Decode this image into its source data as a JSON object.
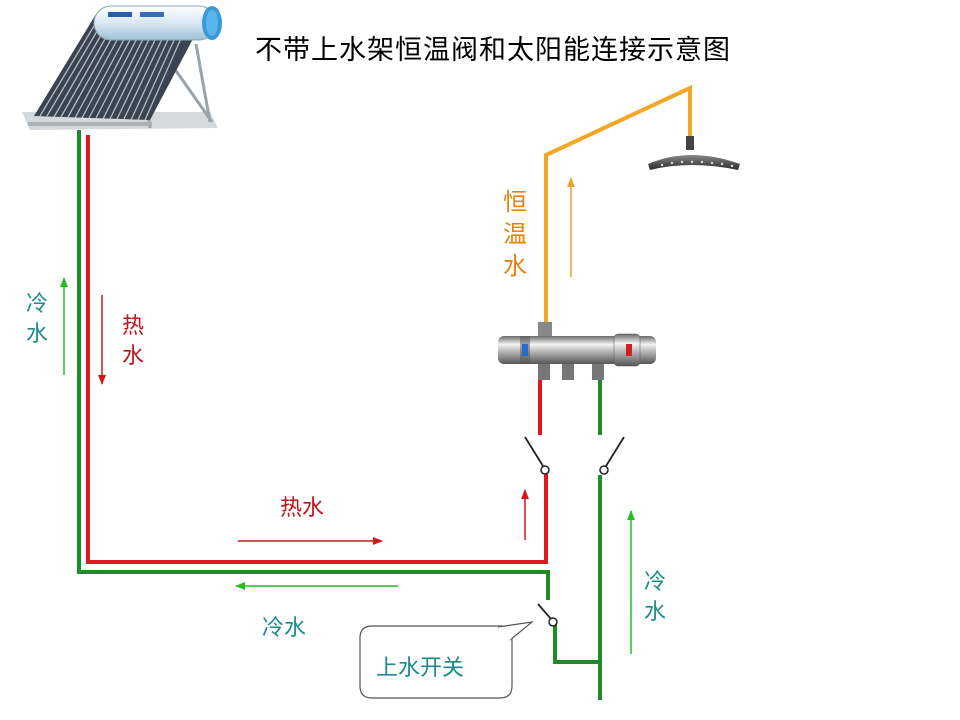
{
  "title": "不带上水架恒温阀和太阳能连接示意图",
  "labels": {
    "cold_left": "冷\n水",
    "hot_left": "热\n水",
    "hot_middle": "热水",
    "cold_bottom": "冷水",
    "constant_temp": "恒\n温\n水",
    "cold_right": "冷\n水",
    "callout": "上水开关"
  },
  "colors": {
    "cold_pipe": "#1e8c28",
    "hot_pipe": "#e01820",
    "mixed_pipe": "#f5a623",
    "cold_arrow": "#22c022",
    "hot_arrow": "#d01818",
    "mixed_arrow": "#f0a030"
  },
  "icons": {
    "heater": "solar-water-heater-icon",
    "shower": "shower-head-icon",
    "valve": "thermostatic-valve-icon"
  }
}
